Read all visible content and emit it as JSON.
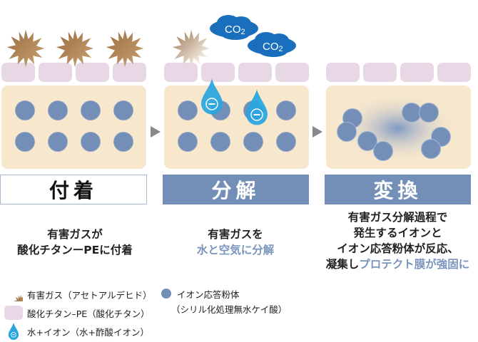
{
  "colors": {
    "gas": "#b0855a",
    "tile": "#e8d8e6",
    "box": "#f6e7cd",
    "particle": "#738fb7",
    "drop": "#29a6e0",
    "cloud": "#1a6fbd",
    "arrow": "#888888",
    "accent_text": "#7a94bd"
  },
  "clouds": [
    {
      "label": "CO",
      "sub": "2"
    },
    {
      "label": "CO",
      "sub": "2"
    }
  ],
  "stages": [
    {
      "label": "付着",
      "style": "outline",
      "desc_lines": [
        [
          {
            "text": "有害ガスが",
            "accent": false
          }
        ],
        [
          {
            "text": "酸化チタンーPEに付着",
            "accent": false
          }
        ]
      ]
    },
    {
      "label": "分解",
      "style": "filled",
      "desc_lines": [
        [
          {
            "text": "有害ガスを",
            "accent": false
          }
        ],
        [
          {
            "text": "水と空気に分解",
            "accent": true
          }
        ]
      ]
    },
    {
      "label": "変換",
      "style": "filled",
      "desc_lines": [
        [
          {
            "text": "有害ガス分解過程で",
            "accent": false
          }
        ],
        [
          {
            "text": "発生するイオンと",
            "accent": false
          }
        ],
        [
          {
            "text": "イオン応答粉体が反応、",
            "accent": false
          }
        ],
        [
          {
            "text": "凝集し",
            "accent": false
          },
          {
            "text": "プロテクト膜が強固に",
            "accent": true
          }
        ]
      ]
    }
  ],
  "legend": [
    {
      "icon": "gas-burst-icon",
      "text": "有害ガス（アセトアルデヒド）"
    },
    {
      "icon": "titanium-tile-icon",
      "text": "酸化チタン–PE（酸化チタン）"
    },
    {
      "icon": "water-ion-drop-icon",
      "text": "水+イオン（水+酢酸イオン）"
    },
    {
      "icon": "ion-powder-icon",
      "text": "イオン応答粉体",
      "text2": "（シリル化処理無水ケイ酸）"
    }
  ]
}
